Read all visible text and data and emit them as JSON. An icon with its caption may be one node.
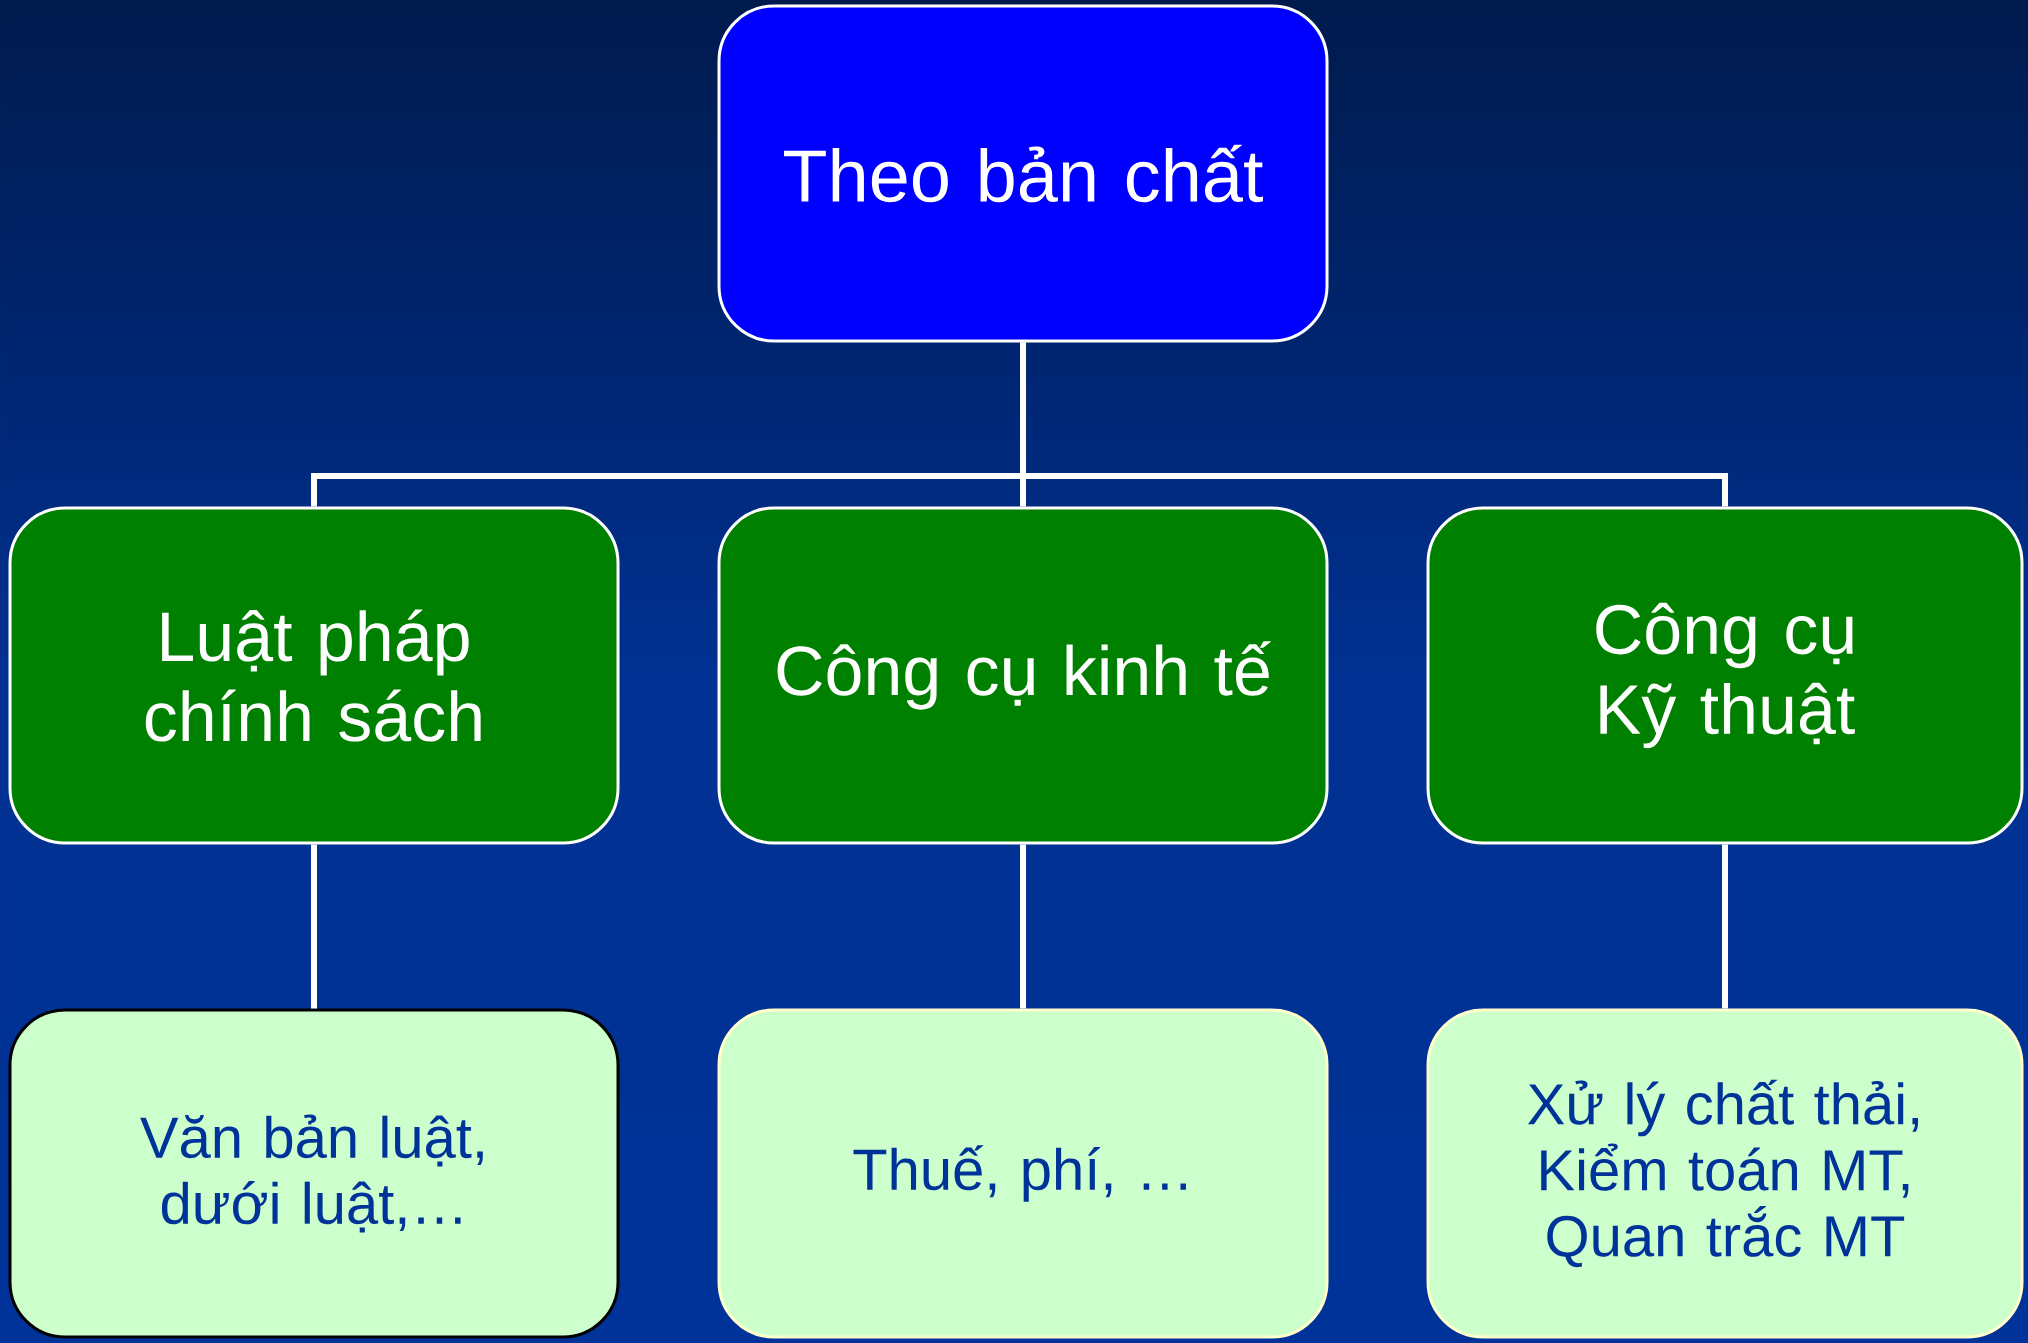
{
  "diagram": {
    "nodes": [
      {
        "text": [
          "Theo bản chất"
        ]
      },
      {
        "text": [
          "Luật pháp chính sách"
        ]
      },
      {
        "text": [
          "Công cụ kinh tế"
        ]
      },
      {
        "text": [
          "Công cụ Kỹ thuật"
        ]
      },
      {
        "text": [
          "Văn bản luật, dưới luật,…"
        ]
      },
      {
        "text": [
          "Thuế, phí, …"
        ]
      },
      {
        "text": [
          "Xử lý chất thải, Kiểm toán MT, Quan trắc MT"
        ]
      }
    ],
    "edges": [
      {
        "from": 0,
        "to": 1,
        "arrow": "none"
      },
      {
        "from": 0,
        "to": 2,
        "arrow": "none"
      },
      {
        "from": 0,
        "to": 3,
        "arrow": "none"
      },
      {
        "from": 1,
        "to": 4,
        "arrow": "none"
      },
      {
        "from": 2,
        "to": 5,
        "arrow": "none"
      },
      {
        "from": 3,
        "to": 6,
        "arrow": "none"
      }
    ]
  }
}
